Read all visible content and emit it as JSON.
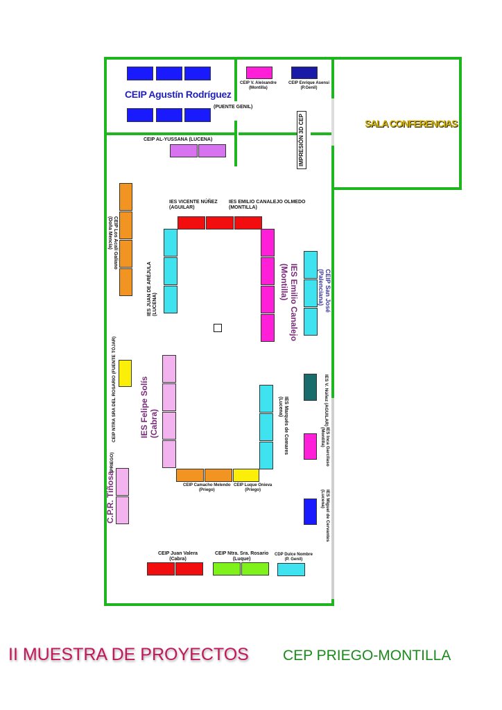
{
  "labels": {
    "agustin": "CEIP Agustín Rodríguez",
    "puente_genil_top": "(PUENTE GENIL)",
    "aleixandre": "CEIP V. Aleixandre\n(Montilla)",
    "asensi": "CEIP Enrique Asensi\n(P.Genil)",
    "al_yussana": "CEIP AL-YUSSANA (LUCENA)",
    "impresion": "IMPRESIÓN 3D CEP",
    "sala": "SALA CONFERENCIAS",
    "vicente_nunez": "IES VICENTE NÚÑEZ\n(AGUILAR)",
    "emilio_canalejo_top": "IES EMILIO CANALEJO OLMEDO\n(MONTILLA)",
    "acali": "CEIP Los Acalí Galiano\n(Doña Mencía)",
    "juan_arejula": "IES JUAN DE ARÉJULA\n(LUCENA)",
    "emilio_canalejo_side": "IES Emilio Canalejo\n(Montilla)",
    "san_jose": "CEIP San José\n(Palenciana)",
    "rosario_fuente": "CEIP NTRA SRA DEL ROSARIO (FUENTE TÓJAR)",
    "felipe_solis": "IES Felipe Solís\n(Cabra)",
    "v_nunez_side": "IES V. Núñez (AGUILAR)",
    "marques_comares": "IES Marqués de Comares\n(Lucena)",
    "inca_garcilaso": "IES Inca Garcilaso\n(Montilla)",
    "tinosa_priego": "(PRIEGO)",
    "tinosa": "C.P.R. Tiñosa",
    "camacho": "CEIP Camacho Melendo\n(Priego)",
    "luque_onieva": "CEIP Luque Onieva\n(Priego)",
    "miguel_cervantes": "IES Miguel de Cervantes\n(Lucena)",
    "juan_valera": "CEIP Juan Valera\n(Cabra)",
    "rosario_luque": "CEIP Ntra. Sra. Rosario\n(Luque)",
    "dulce_nombre": "CDP Dulce Nombre\n(P. Genil)"
  },
  "footer": {
    "title": "II MUESTRA DE PROYECTOS",
    "org": "CEP PRIEGO-MONTILLA"
  },
  "colors": {
    "wall": "#1fb51f",
    "blue": "#1a1aff",
    "navy": "#1a1aa8",
    "magenta": "#ff1fd8",
    "lavender": "#d873f0",
    "orange": "#f29422",
    "red": "#f20e0e",
    "cyan": "#3fe3f0",
    "yellow": "#fbef0a",
    "pink": "#f2b3ee",
    "teal": "#1a6b6b",
    "lime": "#7ef21a",
    "title_pink": "#c2185b",
    "title_green": "#1b8a1b"
  }
}
